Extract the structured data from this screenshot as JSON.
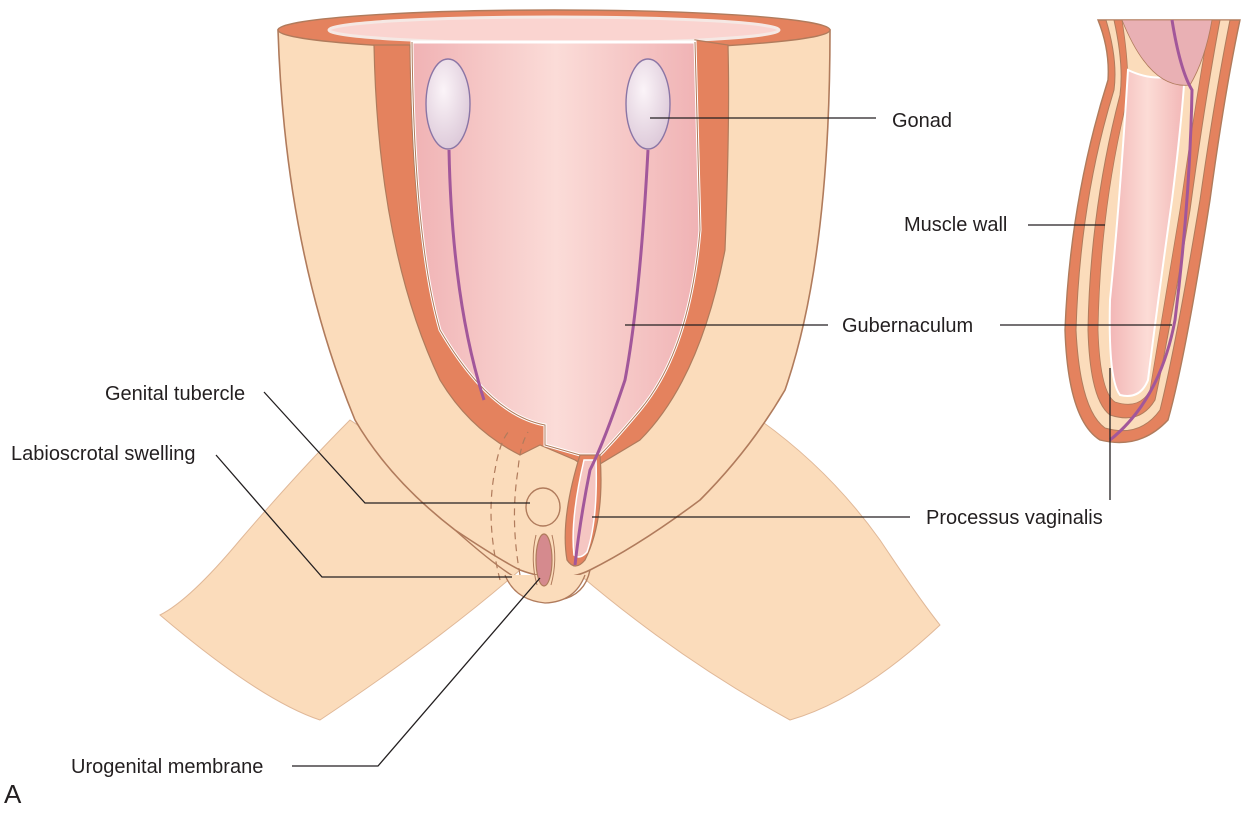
{
  "figure": {
    "panel_letter": "A",
    "labels": {
      "gonad": "Gonad",
      "muscle_wall": "Muscle wall",
      "gubernaculum": "Gubernaculum",
      "genital_tubercle": "Genital tubercle",
      "labioscrotal_swelling": "Labioscrotal swelling",
      "processus_vaginalis": "Processus vaginalis",
      "urogenital_membrane": "Urogenital membrane"
    },
    "colors": {
      "skin": "#fbdcbb",
      "skin_outline": "#b07b5c",
      "muscle": "#e4825e",
      "cavity": "#f2b9b9",
      "cavity_light": "#fad4d0",
      "gubernaculum": "#a2579a",
      "gonad": "#e3d4e0",
      "line": "#231f20"
    }
  }
}
